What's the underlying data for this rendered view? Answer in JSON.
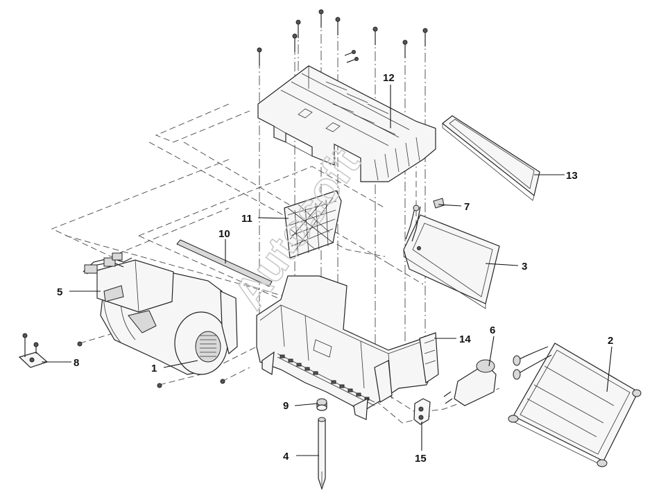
{
  "watermark": "Autosoft",
  "callouts": [
    {
      "id": "1",
      "text": "1"
    },
    {
      "id": "2",
      "text": "2"
    },
    {
      "id": "3",
      "text": "3"
    },
    {
      "id": "4",
      "text": "4"
    },
    {
      "id": "5",
      "text": "5"
    },
    {
      "id": "6",
      "text": "6"
    },
    {
      "id": "7",
      "text": "7"
    },
    {
      "id": "8",
      "text": "8"
    },
    {
      "id": "9",
      "text": "9"
    },
    {
      "id": "10",
      "text": "10"
    },
    {
      "id": "11",
      "text": "11"
    },
    {
      "id": "12",
      "text": "12"
    },
    {
      "id": "13",
      "text": "13"
    },
    {
      "id": "14",
      "text": "14"
    },
    {
      "id": "15",
      "text": "15"
    }
  ]
}
